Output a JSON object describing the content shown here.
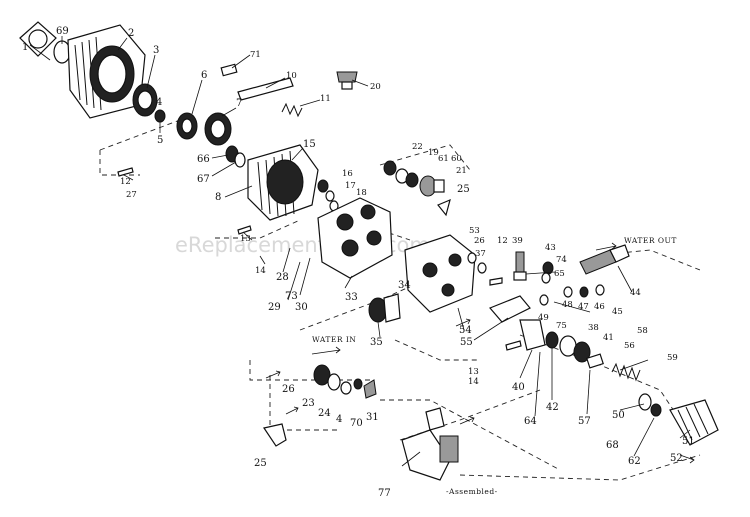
{
  "watermark": "eReplacementParts.com",
  "callouts": {
    "water_out": "WATER OUT",
    "water_in": "WATER IN",
    "assembled": "-Assembled-"
  },
  "part_numbers": [
    "1",
    "69",
    "2",
    "3",
    "4",
    "5",
    "6",
    "7",
    "66",
    "67",
    "8",
    "15",
    "71",
    "10",
    "11",
    "20",
    "12",
    "27",
    "13",
    "14",
    "28",
    "29",
    "73",
    "30",
    "16",
    "17",
    "18",
    "22",
    "19",
    "61",
    "60",
    "21",
    "25",
    "53",
    "26",
    "37",
    "12",
    "39",
    "43",
    "74",
    "65",
    "48",
    "47",
    "46",
    "45",
    "44",
    "34",
    "33",
    "54",
    "55",
    "35",
    "75",
    "38",
    "41",
    "58",
    "56",
    "59",
    "49",
    "40",
    "64",
    "42",
    "57",
    "50",
    "68",
    "62",
    "51",
    "52",
    "13",
    "14",
    "26",
    "23",
    "24",
    "4",
    "70",
    "31",
    "25",
    "77"
  ]
}
